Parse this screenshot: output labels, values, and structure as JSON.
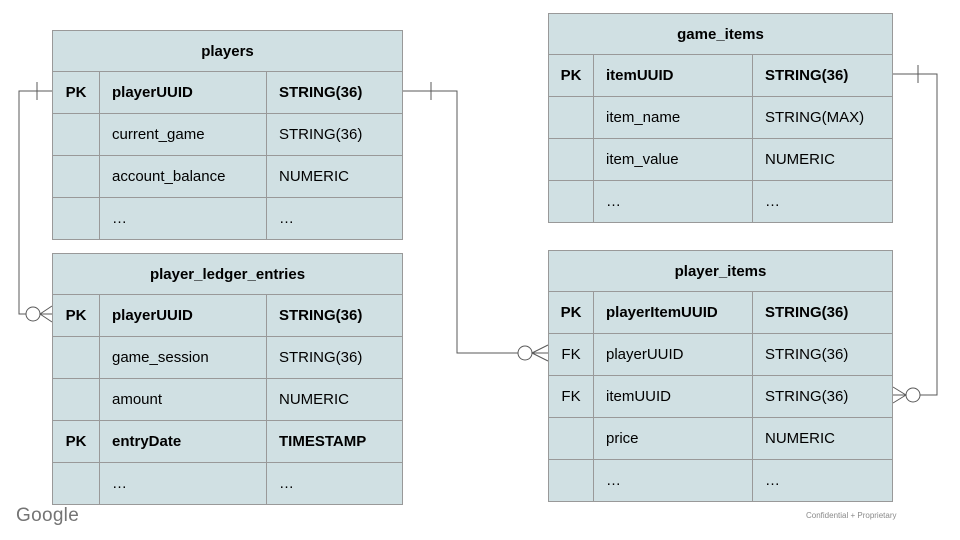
{
  "slide": {
    "background": "#ffffff",
    "footer": {
      "brand": "Google",
      "note": "Confidential + Proprietary"
    }
  },
  "colors": {
    "table_fill": "#d0e0e3",
    "table_border": "#999999",
    "connector_line": "#595959",
    "text": "#000000"
  },
  "tables": {
    "players": {
      "title": "players",
      "rows": [
        {
          "key": "PK",
          "name": "playerUUID",
          "type": "STRING(36)"
        },
        {
          "key": "",
          "name": "current_game",
          "type": "STRING(36)"
        },
        {
          "key": "",
          "name": "account_balance",
          "type": "NUMERIC"
        },
        {
          "key": "",
          "name": "…",
          "type": "…"
        }
      ]
    },
    "game_items": {
      "title": "game_items",
      "rows": [
        {
          "key": "PK",
          "name": "itemUUID",
          "type": "STRING(36)"
        },
        {
          "key": "",
          "name": "item_name",
          "type": "STRING(MAX)"
        },
        {
          "key": "",
          "name": "item_value",
          "type": "NUMERIC"
        },
        {
          "key": "",
          "name": "…",
          "type": "…"
        }
      ]
    },
    "player_ledger_entries": {
      "title": "player_ledger_entries",
      "rows": [
        {
          "key": "PK",
          "name": "playerUUID",
          "type": "STRING(36)"
        },
        {
          "key": "",
          "name": "game_session",
          "type": "STRING(36)"
        },
        {
          "key": "",
          "name": "amount",
          "type": "NUMERIC"
        },
        {
          "key": "PK",
          "name": "entryDate",
          "type": "TIMESTAMP"
        },
        {
          "key": "",
          "name": "…",
          "type": "…"
        }
      ]
    },
    "player_items": {
      "title": "player_items",
      "rows": [
        {
          "key": "PK",
          "name": "playerItemUUID",
          "type": "STRING(36)"
        },
        {
          "key": "FK",
          "name": "playerUUID",
          "type": "STRING(36)"
        },
        {
          "key": "FK",
          "name": "itemUUID",
          "type": "STRING(36)"
        },
        {
          "key": "",
          "name": "price",
          "type": "NUMERIC"
        },
        {
          "key": "",
          "name": "…",
          "type": "…"
        }
      ]
    }
  },
  "relationships": [
    {
      "from": "players.playerUUID",
      "to": "player_ledger_entries.playerUUID",
      "from_cardinality": "one",
      "to_cardinality": "zero-or-many"
    },
    {
      "from": "players.playerUUID",
      "to": "player_items.playerUUID",
      "from_cardinality": "one",
      "to_cardinality": "zero-or-many"
    },
    {
      "from": "game_items.itemUUID",
      "to": "player_items.itemUUID",
      "from_cardinality": "one",
      "to_cardinality": "zero-or-many"
    }
  ]
}
